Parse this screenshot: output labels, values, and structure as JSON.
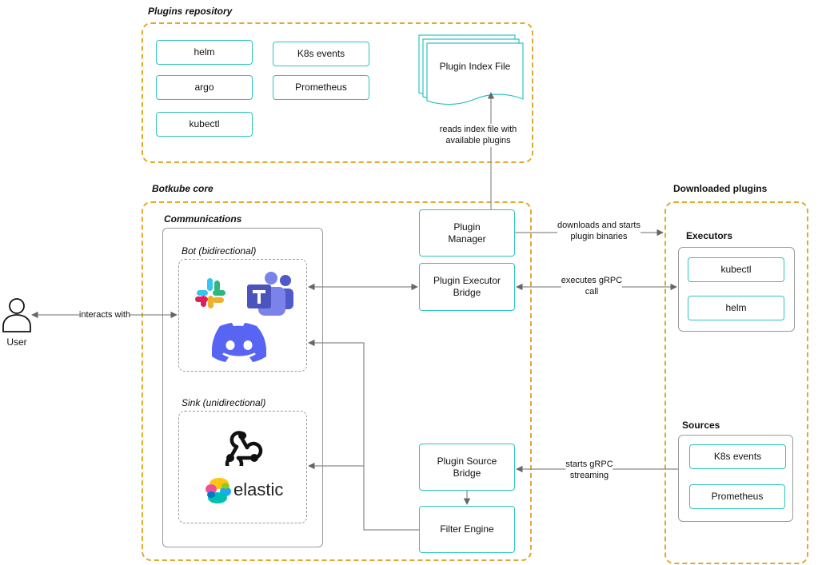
{
  "plugins_repository": {
    "title": "Plugins repository",
    "items": [
      "helm",
      "argo",
      "kubectl",
      "K8s events",
      "Prometheus"
    ],
    "index_file": "Plugin Index File"
  },
  "botkube_core": {
    "title": "Botkube core",
    "communications": {
      "title": "Communications",
      "bot_title": "Bot (bidirectional)",
      "sink_title": "Sink (unidirectional)",
      "elastic_text": "elastic"
    },
    "plugin_manager": "Plugin\nManager",
    "plugin_executor_bridge": "Plugin Executor\nBridge",
    "plugin_source_bridge": "Plugin Source\nBridge",
    "filter_engine": "Filter Engine"
  },
  "downloaded_plugins": {
    "title": "Downloaded plugins",
    "executors": {
      "title": "Executors",
      "items": [
        "kubectl",
        "helm"
      ]
    },
    "sources": {
      "title": "Sources",
      "items": [
        "K8s events",
        "Prometheus"
      ]
    }
  },
  "user": {
    "label": "User"
  },
  "edges": {
    "reads_index": "reads index file with\navailable plugins",
    "downloads": "downloads and starts\nplugin binaries",
    "executes": "executes gRPC\ncall",
    "interacts": "interacts with",
    "starts_streaming": "starts gRPC\nstreaming"
  },
  "colors": {
    "dashed_orange": "#E0A92B",
    "teal": "#2EC4C0",
    "slack": [
      "#36C5F0",
      "#2EB67D",
      "#ECB22E",
      "#E01E5A"
    ],
    "teams": "#5059C9",
    "discord": "#5865F2"
  },
  "icons": [
    "user-icon",
    "slack-icon",
    "teams-icon",
    "discord-icon",
    "webhook-icon",
    "elastic-icon"
  ]
}
